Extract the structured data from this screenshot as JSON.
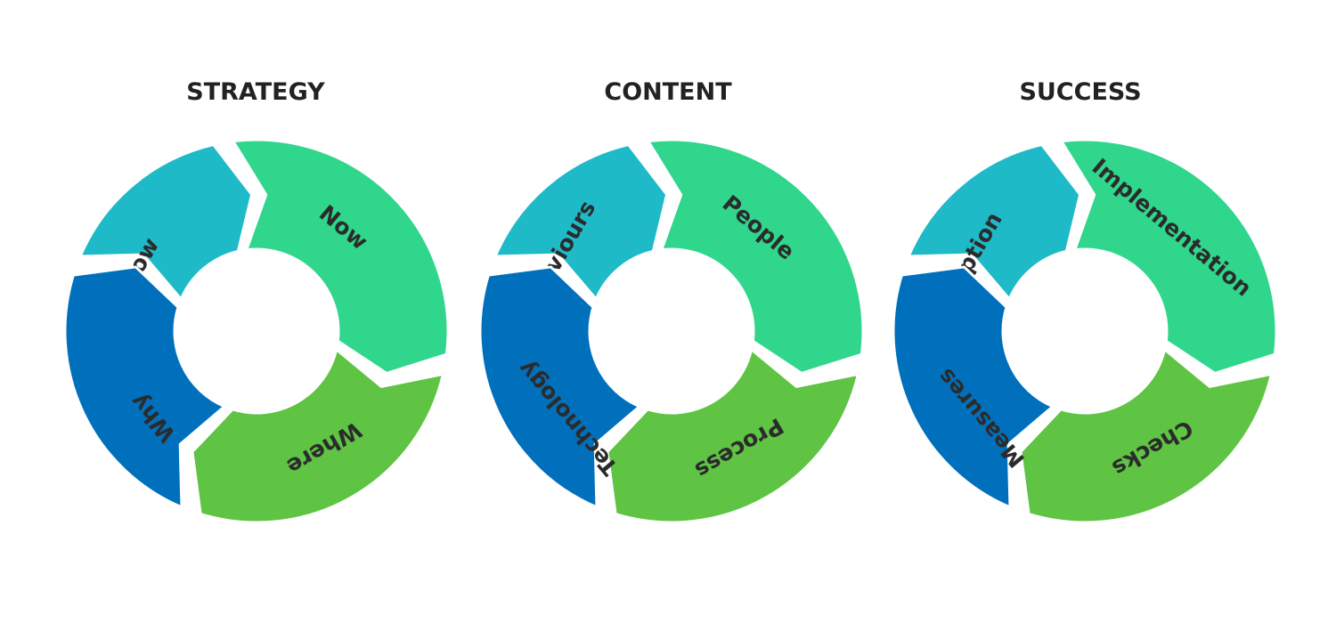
{
  "colors": {
    "teal": "#1EBAC8",
    "mint": "#2FD68C",
    "green": "#5FC344",
    "blue": "#0070BC",
    "title": "#222222",
    "label": "#2b2b2b"
  },
  "cycles": [
    {
      "title": "STRATEGY",
      "segments": [
        {
          "label": "How",
          "color": "teal"
        },
        {
          "label": "Now",
          "color": "mint"
        },
        {
          "label": "Where",
          "color": "green"
        },
        {
          "label": "Why",
          "color": "blue"
        }
      ]
    },
    {
      "title": "CONTENT",
      "segments": [
        {
          "label": "Behaviours",
          "color": "teal"
        },
        {
          "label": "People",
          "color": "mint"
        },
        {
          "label": "Process",
          "color": "green"
        },
        {
          "label": "Technology",
          "color": "blue"
        }
      ]
    },
    {
      "title": "SUCCESS",
      "segments": [
        {
          "label": "Adoption",
          "color": "teal"
        },
        {
          "label": "Implementation",
          "color": "mint"
        },
        {
          "label": "Checks",
          "color": "green"
        },
        {
          "label": "Measures",
          "color": "blue"
        }
      ]
    }
  ]
}
